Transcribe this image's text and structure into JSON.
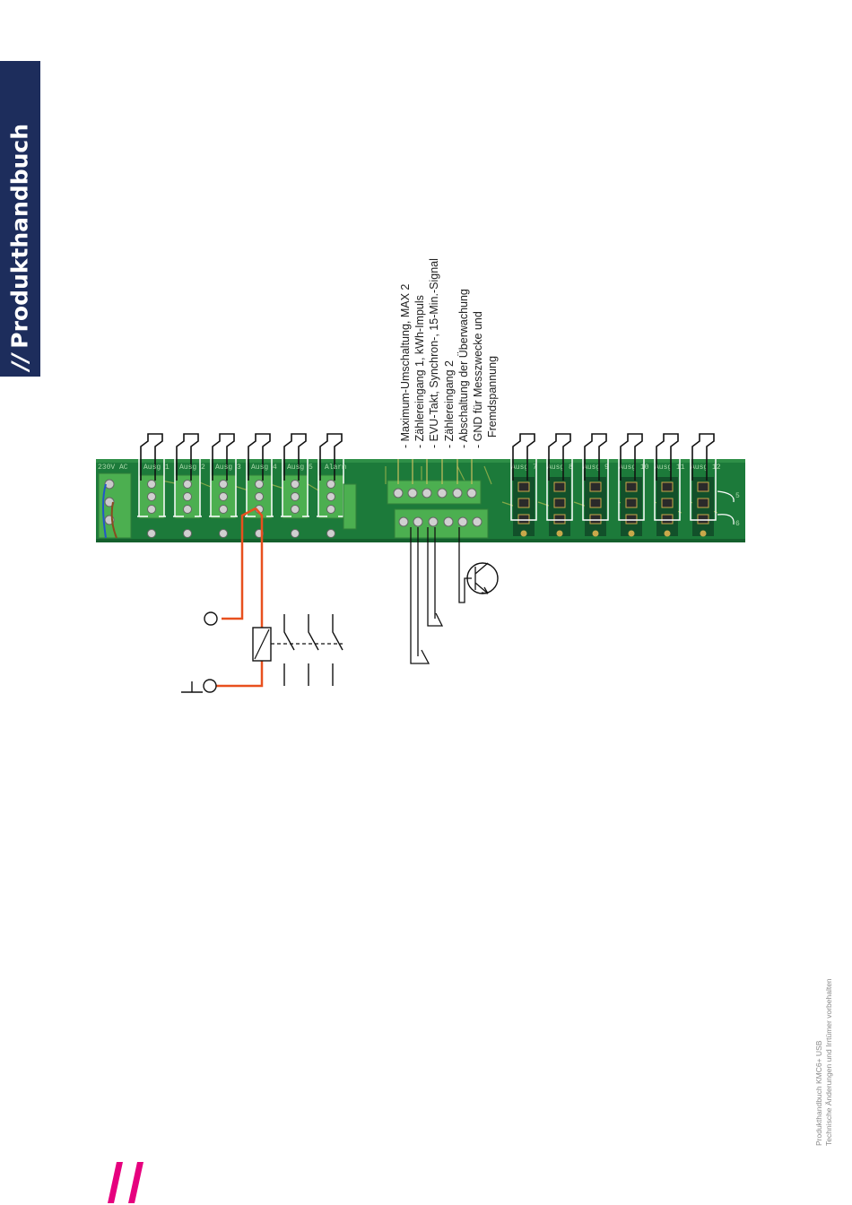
{
  "sidebar": {
    "slashes": "//",
    "title": "Produkthandbuch"
  },
  "board": {
    "left_labels": [
      "230V  AC",
      "Ausg 1",
      "Ausg 2",
      "Ausg 3",
      "Ausg 4",
      "Ausg 5",
      "Alarm"
    ],
    "right_labels": [
      "Ausg 7",
      "Ausg 8",
      "Ausg 9",
      "Ausg 10",
      "Ausg 11",
      "Ausg 12"
    ],
    "side_marks": [
      "5",
      "6"
    ]
  },
  "terminal_labels": [
    "- Maximum-Umschaltung, MAX 2",
    "- Zählereingang 1, kWh-Impuls",
    "- EVU-Takt, Synchron-, 15-Min.-Signal",
    "- Zählereingang 2",
    "- Abschaltung der Überwachung",
    "- GND für Messzwecke und",
    "Fremdspannung"
  ],
  "footer": {
    "line1": "Produkthandbuch KMC6+ USB",
    "line2": "Technische Änderungen und Irrtümer vorbehalten"
  },
  "colors": {
    "sidebar_bg": "#1d2d5c",
    "board_green": "#1c7a3a",
    "terminal_green": "#4caf50",
    "wire_orange": "#e8501e",
    "brand_magenta": "#e6007e"
  }
}
